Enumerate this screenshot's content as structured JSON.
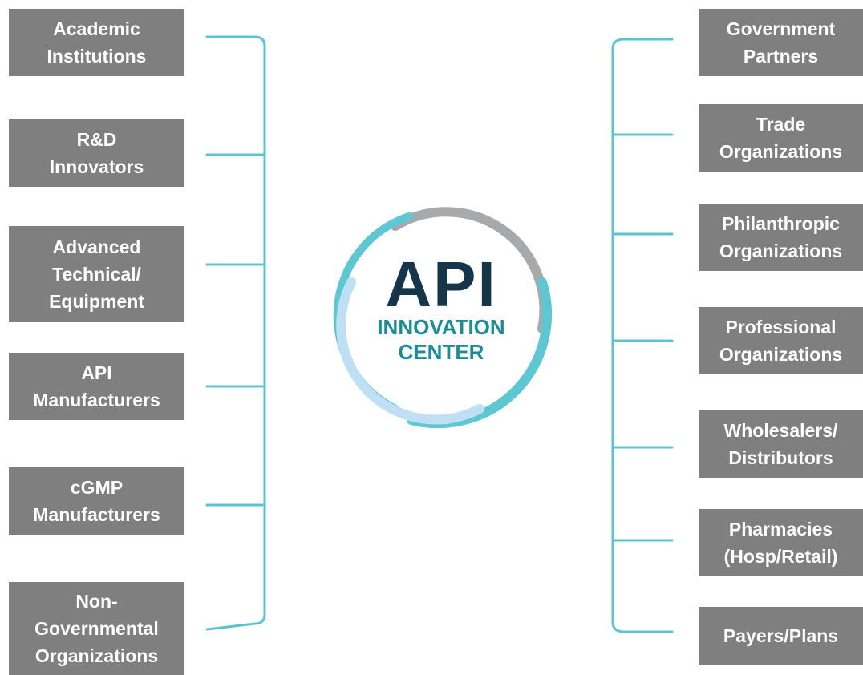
{
  "left_boxes": [
    {
      "lines": [
        "Academic",
        "Institutions"
      ]
    },
    {
      "lines": [
        "R&D",
        "Innovators"
      ]
    },
    {
      "lines": [
        "Advanced",
        "Technical/",
        "Equipment"
      ]
    },
    {
      "lines": [
        "API",
        "Manufacturers"
      ]
    },
    {
      "lines": [
        "cGMP",
        "Manufacturers"
      ]
    },
    {
      "lines": [
        "Non-",
        "Governmental",
        "Organizations"
      ]
    }
  ],
  "right_boxes": [
    {
      "lines": [
        "Government",
        "Partners"
      ]
    },
    {
      "lines": [
        "Trade",
        "Organizations"
      ]
    },
    {
      "lines": [
        "Philanthropic",
        "Organizations"
      ]
    },
    {
      "lines": [
        "Professional",
        "Organizations"
      ]
    },
    {
      "lines": [
        "Wholesalers/",
        "Distributors"
      ]
    },
    {
      "lines": [
        "Pharmacies",
        "(Hosp/Retail)"
      ]
    },
    {
      "lines": [
        "Payers/Plans"
      ]
    }
  ],
  "logo": {
    "title": "API",
    "subtitle_line1": "INNOVATION",
    "subtitle_line2": "CENTER"
  },
  "colors": {
    "box_fill": "#7f7f7f",
    "box_text": "#ffffff",
    "connector": "#5bc4cf",
    "logo_dark": "#14354a",
    "logo_teal": "#1a8d9a",
    "ring_teal": "#5ec8d2",
    "ring_gray": "#a7a9ab",
    "ring_light": "#bfe0f4"
  }
}
